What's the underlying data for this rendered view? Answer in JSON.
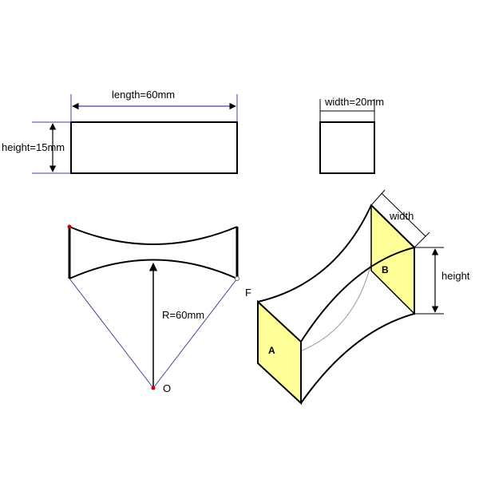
{
  "colors": {
    "face_fill": "#ffff99",
    "outline": "#000000",
    "dimension_line": "#4040a0",
    "arc_thin": "#888888",
    "point": "#cc0000"
  },
  "labels": {
    "length": "length=60mm",
    "height": "height=15mm",
    "width": "width=20mm",
    "radius": "R=60mm",
    "center_point": "O",
    "focus_point": "F",
    "face_a": "A",
    "face_b": "B",
    "width_3d": "width",
    "height_3d": "height"
  }
}
